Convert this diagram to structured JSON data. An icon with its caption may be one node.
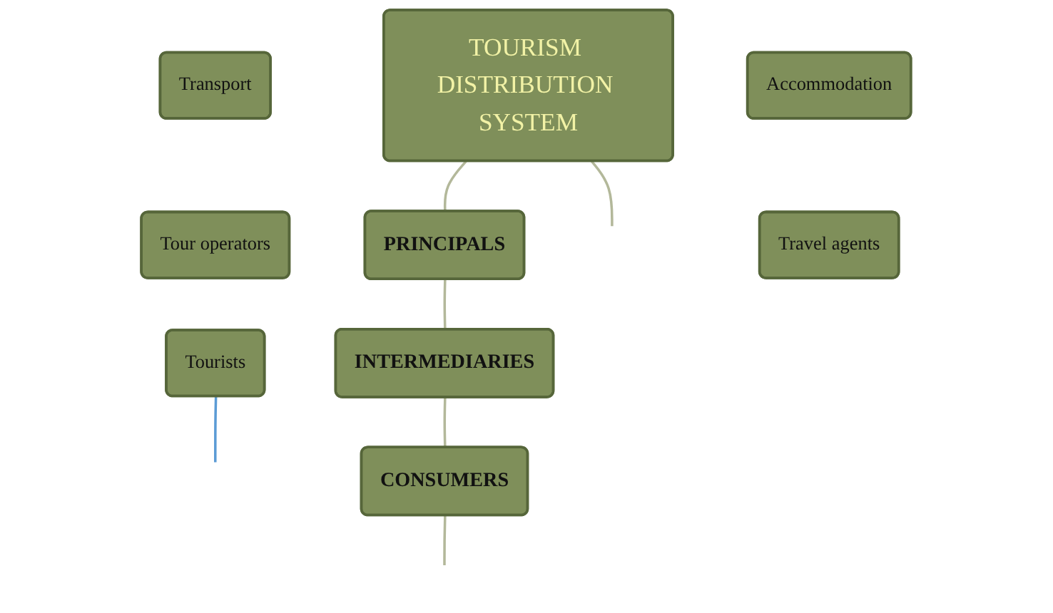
{
  "diagram": {
    "nodes": [
      {
        "text": [
          "TOURISM DISTRIBUTION SYSTEM"
        ]
      },
      {
        "text": [
          "PRINCIPALS"
        ]
      },
      {
        "text": [
          "Transport"
        ]
      },
      {
        "text": [
          "Accommodation"
        ]
      },
      {
        "text": [
          "INTERMEDIARIES"
        ]
      },
      {
        "text": [
          "Tour operators"
        ]
      },
      {
        "text": [
          "Travel agents"
        ]
      },
      {
        "text": [
          "CONSUMERS"
        ]
      },
      {
        "text": [
          "Tourists"
        ]
      }
    ],
    "edges": [
      {
        "from": 0,
        "to": 1,
        "arrow": "none"
      },
      {
        "from": 0,
        "to": null,
        "arrow": "none"
      },
      {
        "from": 1,
        "to": 4,
        "arrow": "none"
      },
      {
        "from": 4,
        "to": 7,
        "arrow": "none"
      },
      {
        "from": 7,
        "to": null,
        "arrow": "none"
      },
      {
        "from": 8,
        "to": null,
        "arrow": "none",
        "color": "#5b9bd5"
      }
    ]
  }
}
